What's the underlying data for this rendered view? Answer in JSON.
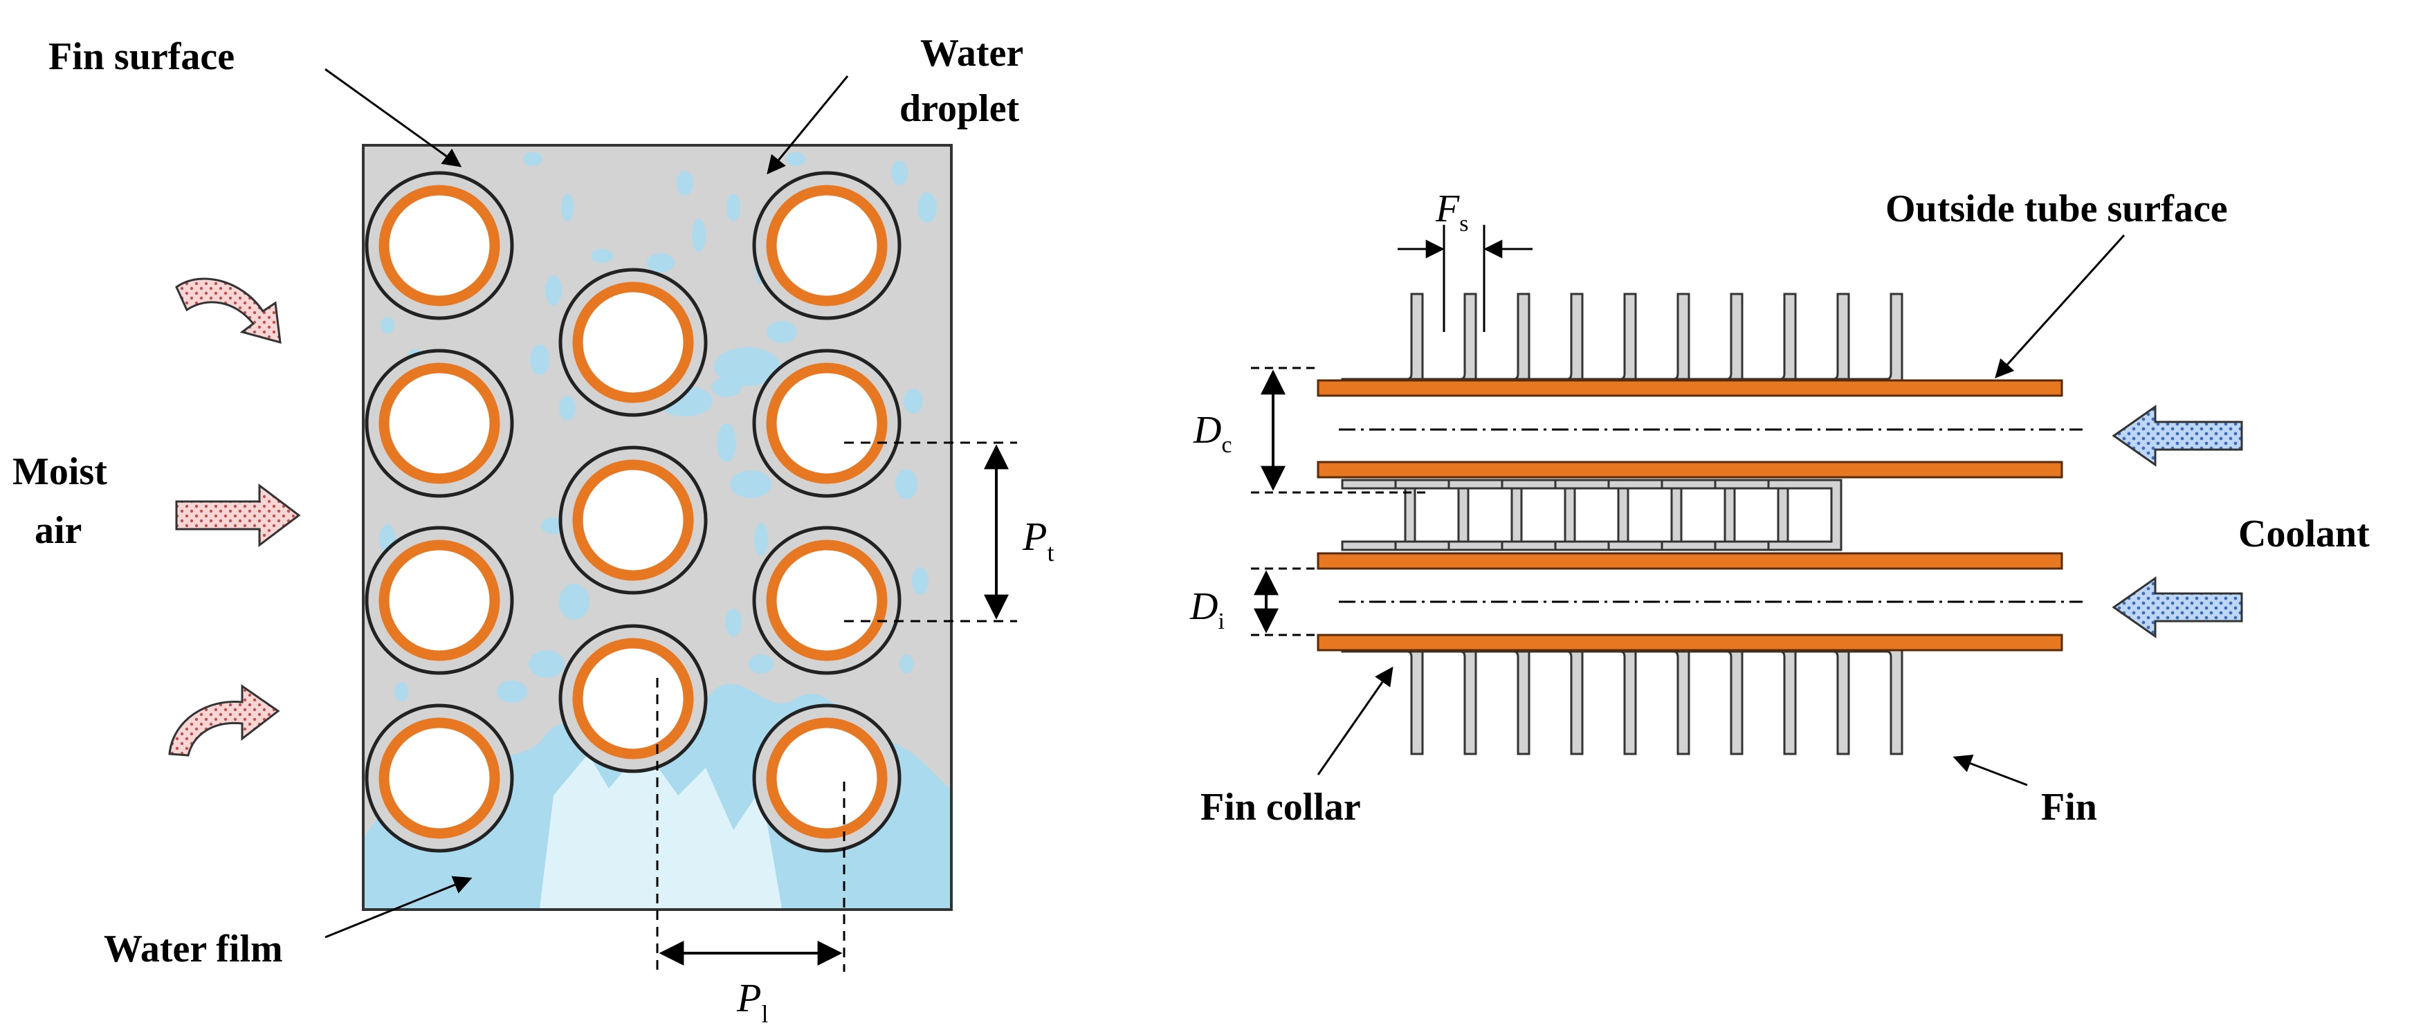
{
  "left_panel": {
    "labels": {
      "fin_surface": "Fin surface",
      "water_droplet_1": "Water",
      "water_droplet_2": "droplet",
      "moist_air_1": "Moist",
      "moist_air_2": "air",
      "water_film": "Water film"
    },
    "dims": {
      "pt_symbol": "P",
      "pt_sub": "t",
      "pl_symbol": "P",
      "pl_sub": "l"
    }
  },
  "right_panel": {
    "labels": {
      "outside_tube_surface": "Outside tube surface",
      "coolant": "Coolant",
      "fin_collar": "Fin collar",
      "fin": "Fin"
    },
    "dims": {
      "fs_symbol": "F",
      "fs_sub": "s",
      "dc_symbol": "D",
      "dc_sub": "c",
      "di_symbol": "D",
      "di_sub": "i"
    }
  },
  "colors": {
    "tube": "#E87722",
    "fin_gray": "#D3D3D3",
    "water": "#A8DAEE",
    "coolant_arrow": "#5B8DD6",
    "air_arrow": "#E8A0A0"
  }
}
